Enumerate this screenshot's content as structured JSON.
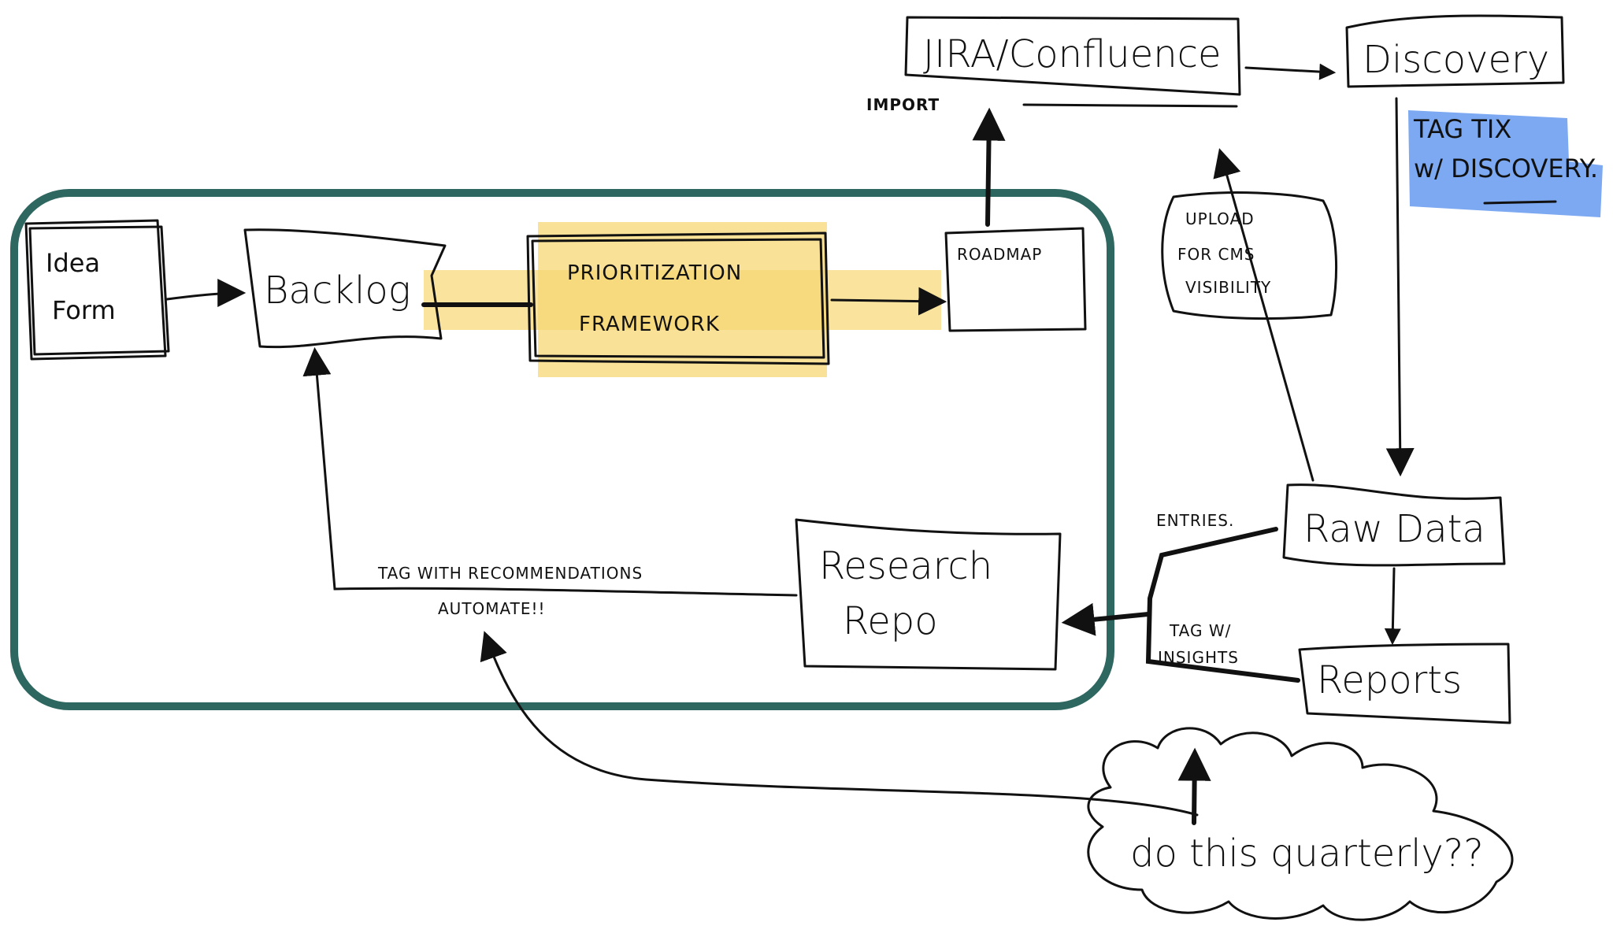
{
  "colors": {
    "frame": "#2e6660",
    "highlight_yellow": "#f7d774",
    "highlight_blue": "#5b93ee",
    "ink": "#111111"
  },
  "nodes": {
    "idea_form": [
      "Idea",
      "Form"
    ],
    "backlog": "Backlog",
    "prioritization": [
      "PRIORITIZATION",
      "FRAMEWORK"
    ],
    "roadmap": "ROADMAP",
    "jira": "JIRA/Confluence",
    "discovery": "Discovery",
    "upload": [
      "UPLOAD",
      "FOR CMS",
      "VISIBILITY"
    ],
    "raw_data": "Raw Data",
    "reports": "Reports",
    "research_repo": [
      "Research",
      "Repo"
    ],
    "cloud": "do this quarterly??"
  },
  "labels": {
    "import": "IMPORT",
    "tag_tix": [
      "TAG TIX",
      "w/ DISCOVERY."
    ],
    "entries": "ENTRIES.",
    "tag_insights": [
      "TAG W/",
      "INSIGHTS"
    ],
    "tag_recommendations": "TAG WITH RECOMMENDATIONS",
    "automate": "AUTOMATE!!"
  }
}
